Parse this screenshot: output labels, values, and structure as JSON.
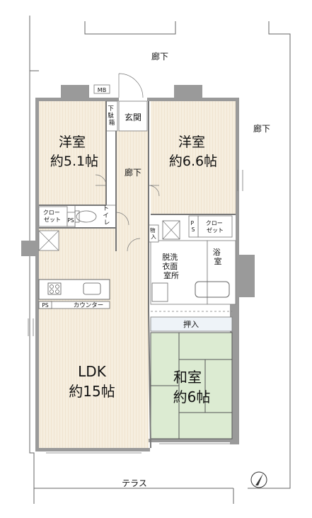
{
  "rooms": {
    "western_a": {
      "name": "洋室",
      "size": "約5.1帖"
    },
    "western_b": {
      "name": "洋室",
      "size": "約6.6帖"
    },
    "ldk": {
      "name": "LDK",
      "size": "約15帖"
    },
    "washitsu": {
      "name": "和室",
      "size": "約6帖"
    },
    "bath": {
      "name_lines": [
        "浴",
        "室"
      ]
    },
    "dressing": {
      "name_lines": [
        "脱洗",
        "衣面",
        "室所"
      ]
    },
    "toilet": {
      "name_lines": [
        "ト",
        "イ",
        "レ"
      ]
    },
    "hall_inner": {
      "name": "廊下"
    },
    "entrance": {
      "name": "玄関"
    },
    "shoe_box": {
      "name_lines": [
        "下",
        "駄",
        "箱"
      ]
    },
    "storage": {
      "name_lines": [
        "物",
        "入"
      ]
    },
    "oshiire": {
      "name": "押入"
    }
  },
  "labels": {
    "corridor_top": "廊下",
    "corridor_right": "廊下",
    "terrace": "テラス",
    "counter": "カウンター",
    "ps_a": "PS",
    "ps_b": "PS",
    "ps_c_lines": [
      "P",
      "S"
    ],
    "mb": "MB",
    "closet_a_lines": [
      "クロー",
      "ゼット"
    ],
    "closet_b_lines": [
      "クロー",
      "ゼット"
    ]
  },
  "colors": {
    "floor_wood": "#f6eedf",
    "floor_wood_line": "#e6d3b6",
    "tatami": "#dcebd2",
    "tatami_line": "#555555",
    "wall": "#999999",
    "oshiire": "#eef3f8",
    "wet_area": "#ffffff"
  },
  "icons": {
    "compass": "north-arrow-icon"
  }
}
